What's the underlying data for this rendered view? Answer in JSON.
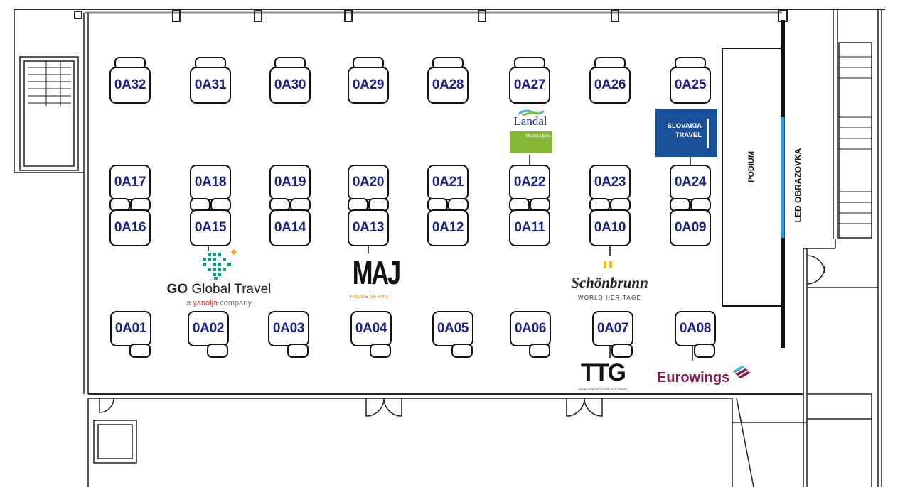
{
  "booths": {
    "top_row": [
      "0A32",
      "0A31",
      "0A30",
      "0A29",
      "0A28",
      "0A27",
      "0A26",
      "0A25"
    ],
    "middle_upper": [
      "0A17",
      "0A18",
      "0A19",
      "0A20",
      "0A21",
      "0A22",
      "0A23",
      "0A24"
    ],
    "middle_lower": [
      "0A16",
      "0A15",
      "0A14",
      "0A13",
      "0A12",
      "0A11",
      "0A10",
      "0A09"
    ],
    "bottom_row": [
      "0A01",
      "0A02",
      "0A03",
      "0A04",
      "0A05",
      "0A06",
      "0A07",
      "0A08"
    ]
  },
  "stage": {
    "podium_label": "PODIUM",
    "screen_label": "LED OBRAZOVKA"
  },
  "exhibitors": {
    "landal": {
      "name": "Landal",
      "sub": "Marina Lipno",
      "booth": "0A22"
    },
    "slovakia": {
      "line1": "SLOVAKIA",
      "line2": "TRAVEL",
      "booth": "0A24"
    },
    "go_global": {
      "go": "GO",
      "name": "Global Travel",
      "sub_a": "a",
      "sub_brand": "yanolja",
      "sub_b": "company",
      "booth": "0A15"
    },
    "maj": {
      "name": "MAJ",
      "sub": "HOUSE OF FUN",
      "booth": "0A13"
    },
    "schonbrunn": {
      "name": "Schönbrunn",
      "sub": "WORLD HERITAGE",
      "booth": "0A10"
    },
    "ttg": {
      "name": "TTG",
      "sub": "THE BUSINESS OF SELLING TRAVEL",
      "booth": "0A07"
    },
    "eurowings": {
      "name": "Eurowings",
      "booth": "0A08"
    }
  },
  "colors": {
    "booth_text": "#1c1c8a",
    "led_screen": "#1e9be0",
    "landal_green": "#84b835",
    "slovakia_blue": "#1a4f99",
    "eurowings": "#8a1b4e"
  }
}
